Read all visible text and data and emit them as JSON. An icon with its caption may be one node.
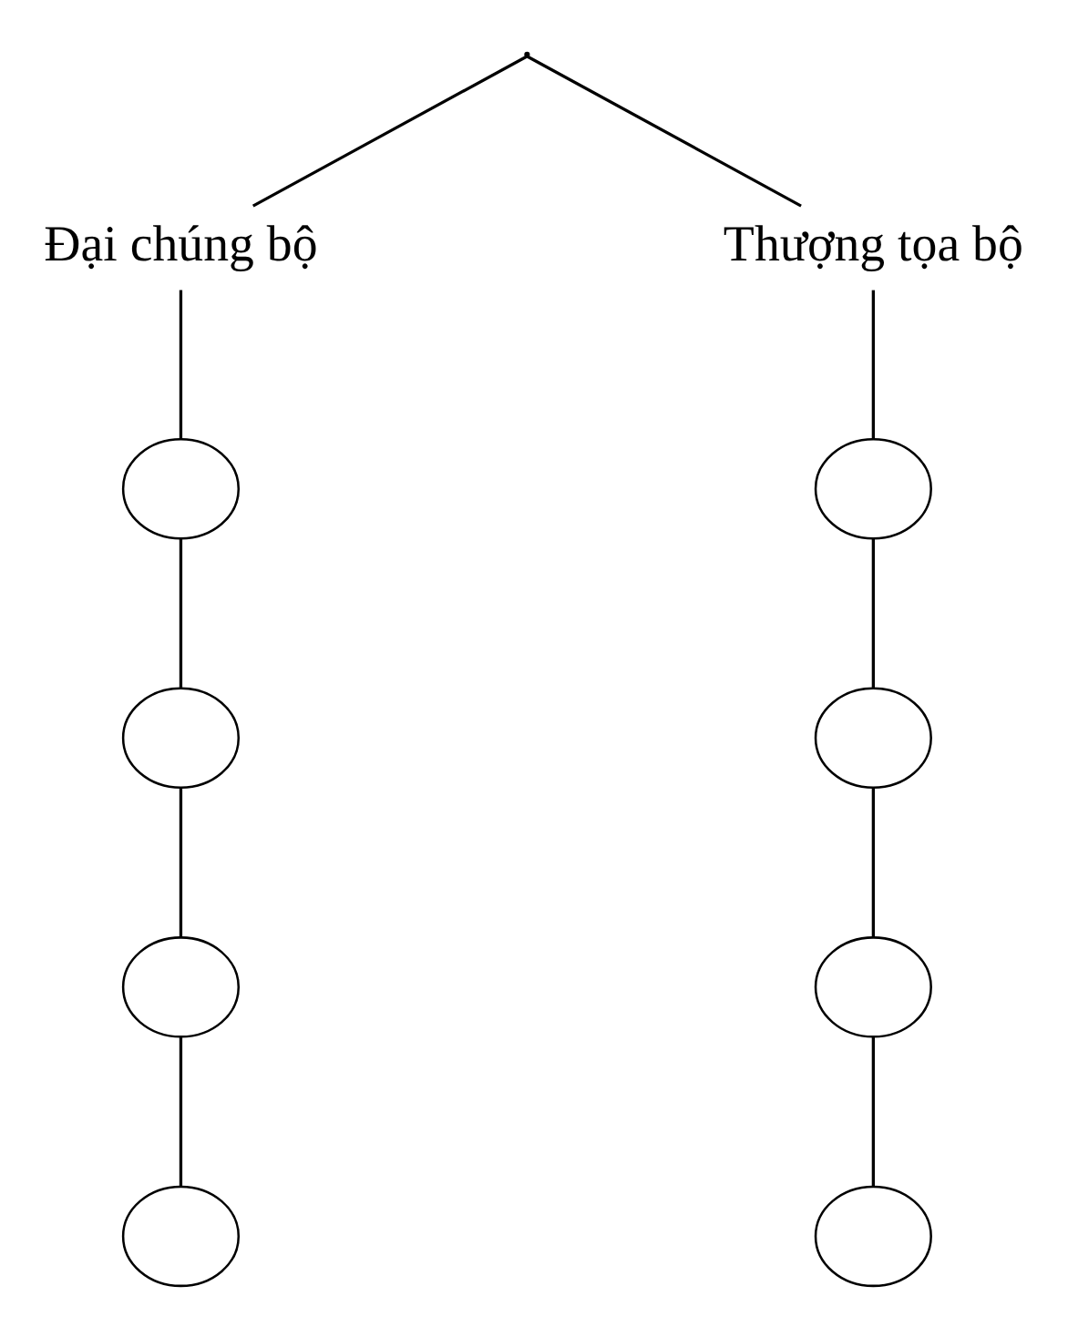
{
  "diagram": {
    "nodes": [
      {
        "text": [],
        "shape": "point"
      },
      {
        "text": [
          "Đại chúng bộ"
        ]
      },
      {
        "text": [
          "Thượng tọa bộ"
        ]
      },
      {
        "text": [],
        "shape": "circle"
      },
      {
        "text": [],
        "shape": "circle"
      },
      {
        "text": [],
        "shape": "circle"
      },
      {
        "text": [],
        "shape": "circle"
      },
      {
        "text": [],
        "shape": "circle"
      },
      {
        "text": [],
        "shape": "circle"
      },
      {
        "text": [],
        "shape": "circle"
      },
      {
        "text": [],
        "shape": "circle"
      }
    ],
    "edges": [
      {
        "from": 0,
        "to": 1,
        "arrow": "none"
      },
      {
        "from": 0,
        "to": 2,
        "arrow": "none"
      },
      {
        "from": 1,
        "to": 3,
        "arrow": "none"
      },
      {
        "from": 3,
        "to": 4,
        "arrow": "none"
      },
      {
        "from": 4,
        "to": 5,
        "arrow": "none"
      },
      {
        "from": 5,
        "to": 6,
        "arrow": "none"
      },
      {
        "from": 2,
        "to": 7,
        "arrow": "none"
      },
      {
        "from": 7,
        "to": 8,
        "arrow": "none"
      },
      {
        "from": 8,
        "to": 9,
        "arrow": "none"
      },
      {
        "from": 9,
        "to": 10,
        "arrow": "none"
      }
    ]
  }
}
